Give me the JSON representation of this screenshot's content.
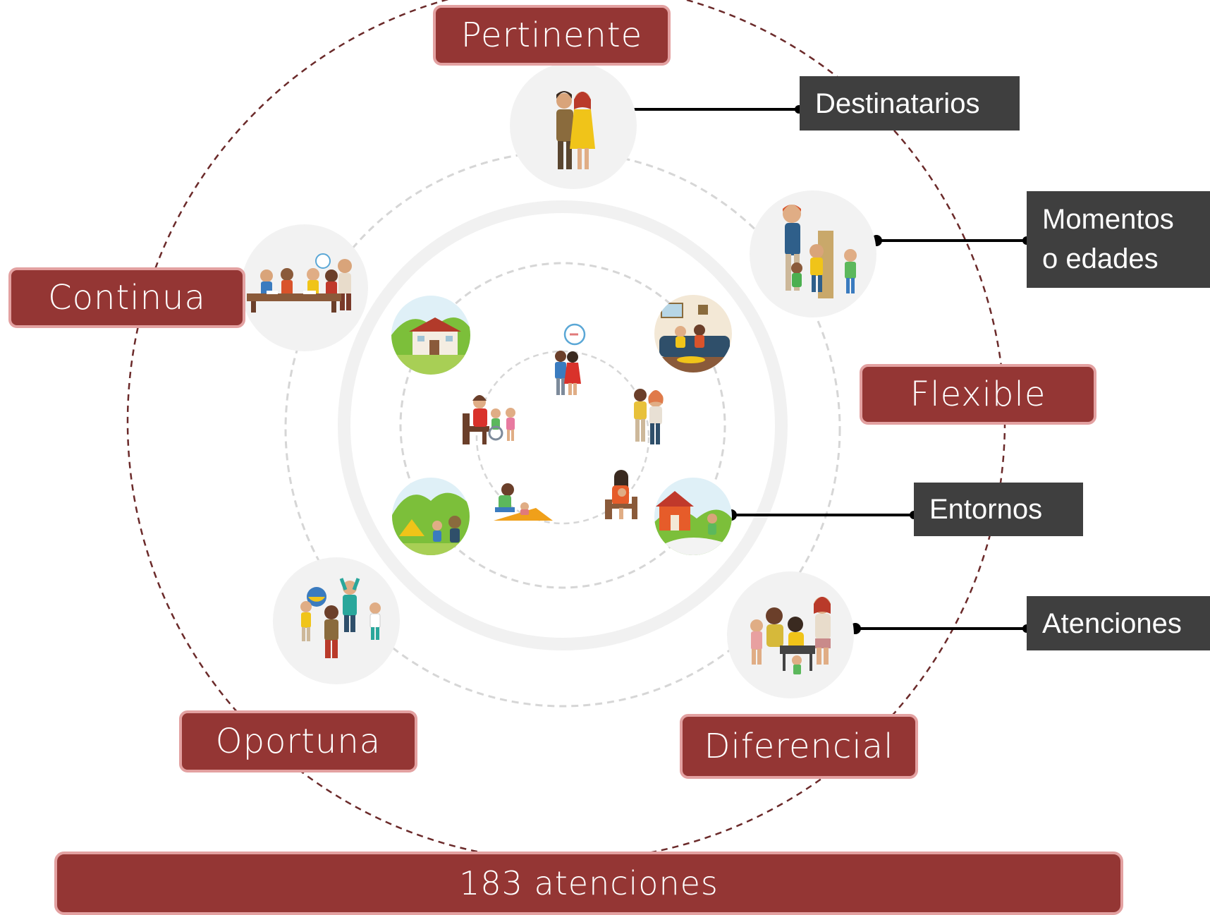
{
  "quality_tags": {
    "pertinente": "Pertinente",
    "continua": "Continua",
    "flexible": "Flexible",
    "oportuna": "Oportuna",
    "diferencial": "Diferencial"
  },
  "callouts": {
    "destinatarios": "Destinatarios",
    "momentos_line1": "Momentos",
    "momentos_line2": "o edades",
    "entornos": "Entornos",
    "atenciones": "Atenciones"
  },
  "footer": {
    "total": "183 atenciones"
  },
  "colors": {
    "tag_fill": "#943634",
    "tag_border": "#e3a1a1",
    "callout_fill": "#3f3f3f",
    "outer_ring": "#6b2a2a",
    "inner_rings": "#d6d6d6"
  },
  "illustrations": [
    "couple-icon",
    "teacher-children-icon",
    "children-table-icon",
    "children-playing-icon",
    "family-keyboard-icon",
    "school-building-icon",
    "family-home-icon",
    "park-icon",
    "house-garden-icon",
    "parents-icon",
    "parent-child-icon",
    "caregiver-wheelchair-icon",
    "baby-crawling-icon",
    "mother-baby-icon"
  ]
}
